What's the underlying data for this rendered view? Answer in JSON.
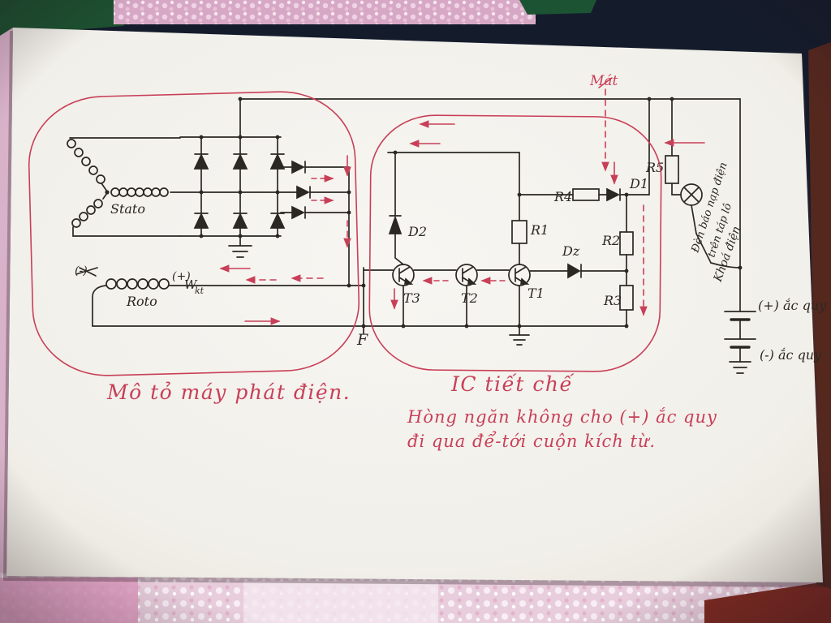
{
  "colors": {
    "ink": "#2b2723",
    "red_pen": "#c83f58",
    "paper": "#f4f2ed"
  },
  "generator": {
    "stato": "Stato",
    "roto": "Roto",
    "field_plus": "(+)",
    "field_w": "W",
    "field_kt": "kt",
    "neg": "(-)",
    "f_terminal": "F",
    "caption": "Mô tỏ máy phát điện."
  },
  "regulator": {
    "caption": "IC tiết chế",
    "d2": "D2",
    "r1": "R1",
    "t3": "T3",
    "t2": "T2",
    "t1": "T1",
    "dz": "Dz",
    "r2": "R2",
    "r4": "R4",
    "d1": "D1",
    "r3": "R3",
    "mat": "Mát",
    "note_line1": "Hòng ngăn không cho (+) ắc quy",
    "note_line2": "đi qua để-tới cuộn kích từ."
  },
  "charging": {
    "r5": "R5",
    "lamp_line1": "Đèn báo nạp điện",
    "lamp_line2": "trên táp lô",
    "ignition": "Khoá điện",
    "battery_plus": "(+) ắc quy",
    "battery_minus": "(-) ắc quy"
  }
}
